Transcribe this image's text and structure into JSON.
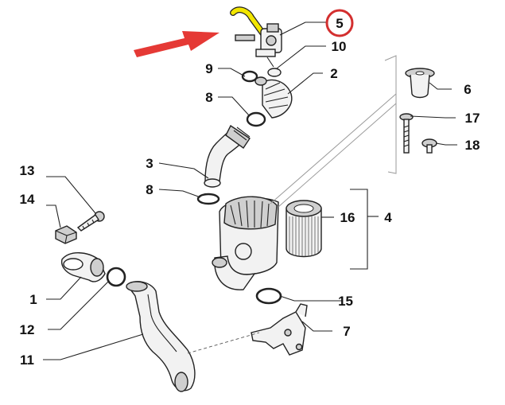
{
  "labels": {
    "n1": "1",
    "n2": "2",
    "n3": "3",
    "n4": "4",
    "n5": "5",
    "n6": "6",
    "n7": "7",
    "n8a": "8",
    "n8b": "8",
    "n9": "9",
    "n10": "10",
    "n11": "11",
    "n12": "12",
    "n13": "13",
    "n14": "14",
    "n15": "15",
    "n16": "16",
    "n17": "17",
    "n18": "18"
  },
  "colors": {
    "highlight_circle": "#d32f2f",
    "arrow": "#e53935",
    "hose_yellow": "#f2e600"
  }
}
